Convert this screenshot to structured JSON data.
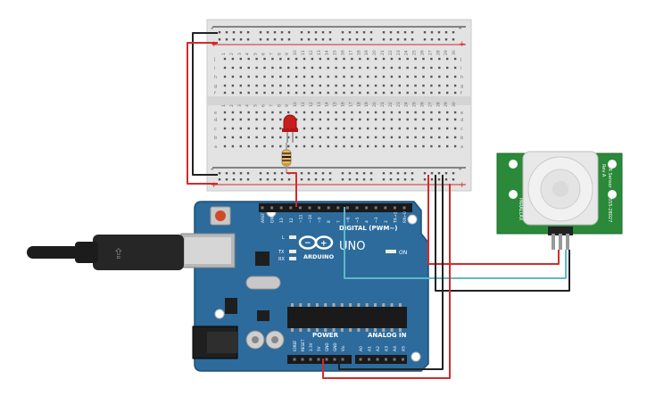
{
  "breadboard": {
    "rail_minus": "-",
    "rail_plus": "+",
    "row_letters_top": [
      "j",
      "i",
      "h",
      "g",
      "f"
    ],
    "row_letters_bottom": [
      "e",
      "d",
      "c",
      "b",
      "a"
    ],
    "column_numbers": [
      "1",
      "2",
      "3",
      "4",
      "5",
      "6",
      "7",
      "8",
      "9",
      "10",
      "11",
      "12",
      "13",
      "14",
      "15",
      "16",
      "17",
      "18",
      "19",
      "20",
      "21",
      "22",
      "23",
      "24",
      "25",
      "26",
      "27",
      "28",
      "29",
      "30"
    ]
  },
  "arduino": {
    "logo_text": "ARDUINO",
    "model": "UNO",
    "digital_label": "DIGITAL (PWM~)",
    "on_label": "ON",
    "power_label": "POWER",
    "analog_label": "ANALOG IN",
    "tx_label": "TX",
    "rx_label": "RX",
    "l_label": "L",
    "digital_pins": [
      "AREF",
      "GND",
      "13",
      "12",
      "~11",
      "~10",
      "~9",
      "8",
      "7",
      "~6",
      "~5",
      "4",
      "~3",
      "2",
      "TX→1",
      "RX←0"
    ],
    "power_pins": [
      "IOREF",
      "RESET",
      "3.3V",
      "5V",
      "GND",
      "GND",
      "Vin"
    ],
    "analog_pins": [
      "A0",
      "A1",
      "A2",
      "A3",
      "A4",
      "A5"
    ]
  },
  "pir_sensor": {
    "title": "PIR Sensor",
    "part_number": "555-28027",
    "brand": "PARALLAX",
    "version": "Rev A"
  },
  "colors": {
    "wire_red": "#d42a2a",
    "wire_black": "#222222",
    "wire_cyan": "#5fb8c8",
    "board_blue": "#2c6b9c",
    "pir_green": "#2a8a3a",
    "breadboard": "#e6e6e6"
  }
}
